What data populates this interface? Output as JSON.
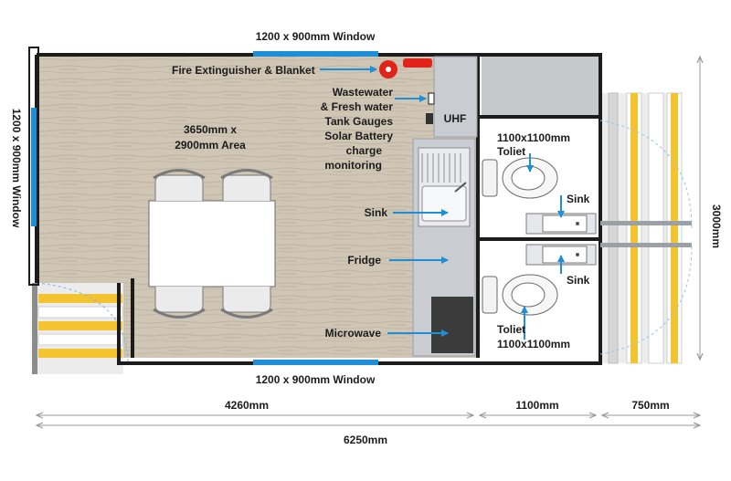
{
  "colors": {
    "floor": "#cfc6b6",
    "floor_grain": "#b9ae9c",
    "wall": "#1c1c1c",
    "window": "#1e8fd6",
    "bench": "#c9ccd0",
    "deck_yellow": "#f4c430",
    "deck_grey": "#d6d6d6",
    "arrow": "#1e8fd6",
    "extinguisher": "#e2231a",
    "microwave": "#3b3b3b"
  },
  "labels": {
    "window_top": "1200 x 900mm Window",
    "window_bottom": "1200 x 900mm Window",
    "window_left": "1200 x 900mm Window",
    "fire": "Fire Extinguisher & Blanket",
    "gauges": [
      "Wastewater",
      "& Fresh water",
      "Tank Gauges",
      "Solar Battery",
      "charge",
      "monitoring"
    ],
    "uhf": "UHF",
    "area": [
      "3650mm x",
      "2900mm Area"
    ],
    "sink_main": "Sink",
    "fridge": "Fridge",
    "microwave": "Microwave",
    "toilet_top": [
      "1100x1100mm",
      "Toliet"
    ],
    "toilet_bottom": [
      "Toliet",
      "1100x1100mm"
    ],
    "sink_top": "Sink",
    "sink_bottom": "Sink"
  },
  "dimensions": {
    "d1": "4260mm",
    "d2": "1100mm",
    "d3": "750mm",
    "total": "6250mm",
    "height": "3000mm"
  }
}
